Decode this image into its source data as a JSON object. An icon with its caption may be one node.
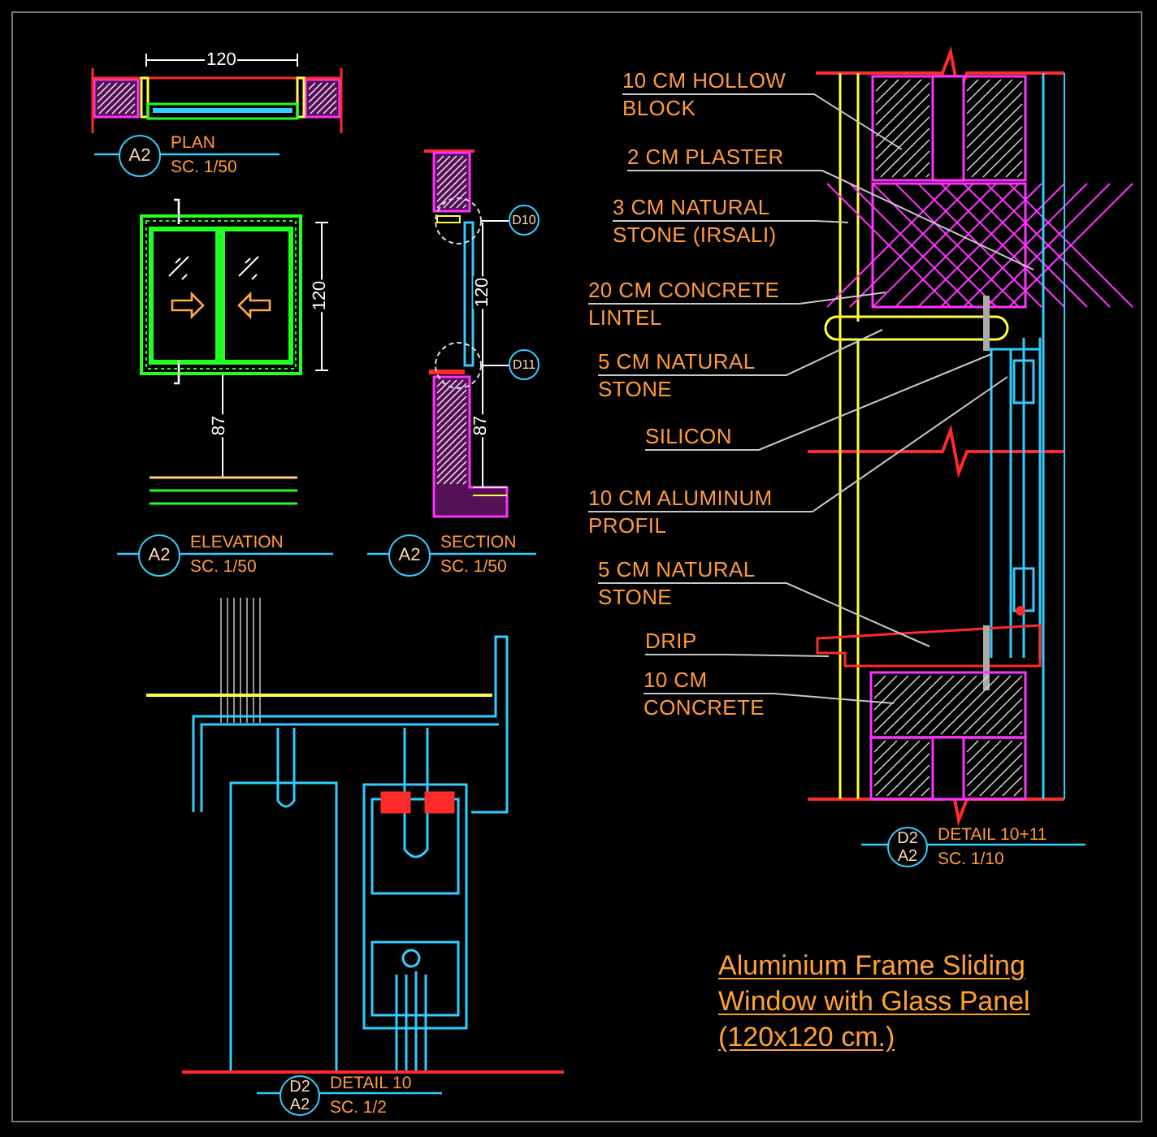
{
  "diagram": {
    "title": "Aluminium Frame Sliding Window with Glass Panel (120x120 cm.)",
    "nodes": [
      {
        "text": [
          "A2"
        ],
        "beside": [
          "PLAN",
          "SC. 1/50"
        ]
      },
      {
        "text": [
          "A2"
        ],
        "beside": [
          "ELEVATION",
          "SC. 1/50"
        ]
      },
      {
        "text": [
          "D10"
        ]
      },
      {
        "text": [
          "D11"
        ]
      },
      {
        "text": [
          "A2"
        ],
        "beside": [
          "SECTION",
          "SC. 1/50"
        ]
      },
      {
        "text": [
          "10 CM HOLLOW BLOCK"
        ]
      },
      {
        "text": [
          "2 CM PLASTER"
        ]
      },
      {
        "text": [
          "3 CM NATURAL STONE (IRSALI)"
        ]
      },
      {
        "text": [
          "20 CM CONCRETE LINTEL"
        ]
      },
      {
        "text": [
          "5 CM NATURAL STONE"
        ]
      },
      {
        "text": [
          "SILICON"
        ]
      },
      {
        "text": [
          "10 CM ALUMINUM PROFIL"
        ]
      },
      {
        "text": [
          "5 CM NATURAL STONE"
        ]
      },
      {
        "text": [
          "DRIP"
        ]
      },
      {
        "text": [
          "10 CM CONCRETE"
        ]
      },
      {
        "text": [
          "D2",
          "A2"
        ],
        "beside": [
          "DETAIL 10+11",
          "SC. 1/10"
        ]
      },
      {
        "text": [
          "D2",
          "A2"
        ],
        "beside": [
          "DETAIL 10",
          "SC. 1/2"
        ]
      }
    ],
    "edges": [
      {
        "from": 5,
        "to": null,
        "arrow": "none"
      },
      {
        "from": 6,
        "to": null,
        "arrow": "none"
      },
      {
        "from": 7,
        "to": null,
        "arrow": "none"
      },
      {
        "from": 8,
        "to": null,
        "arrow": "none"
      },
      {
        "from": 9,
        "to": null,
        "arrow": "none"
      },
      {
        "from": 10,
        "to": null,
        "arrow": "none"
      },
      {
        "from": 11,
        "to": null,
        "arrow": "none"
      },
      {
        "from": 12,
        "to": null,
        "arrow": "none"
      },
      {
        "from": 13,
        "to": null,
        "arrow": "none"
      },
      {
        "from": 14,
        "to": null,
        "arrow": "none"
      }
    ],
    "labels": [
      "120",
      "120",
      "87",
      "120",
      "87"
    ]
  }
}
